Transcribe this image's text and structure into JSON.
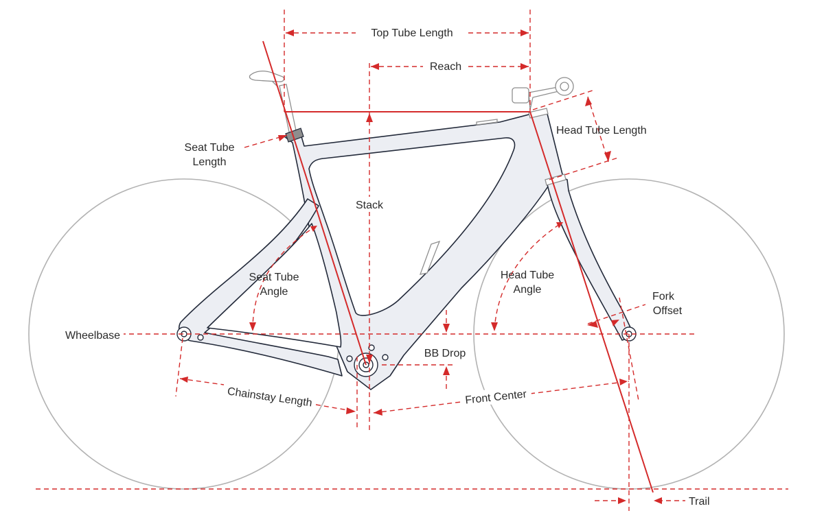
{
  "diagram": {
    "labels": {
      "top_tube_length": "Top Tube Length",
      "reach": "Reach",
      "head_tube_length": "Head Tube Length",
      "seat_tube_length_line1": "Seat Tube",
      "seat_tube_length_line2": "Length",
      "stack": "Stack",
      "seat_tube_angle_line1": "Seat Tube",
      "seat_tube_angle_line2": "Angle",
      "head_tube_angle_line1": "Head Tube",
      "head_tube_angle_line2": "Angle",
      "fork_offset_line1": "Fork",
      "fork_offset_line2": "Offset",
      "wheelbase": "Wheelbase",
      "bb_drop": "BB Drop",
      "chainstay_length": "Chainstay Length",
      "front_center": "Front Center",
      "trail": "Trail"
    },
    "colors": {
      "measurement_red": "#d42a2a",
      "frame_fill": "#eceef3",
      "frame_outline": "#232a3a",
      "wheel_gray": "#b2b2b2",
      "label_text": "#2a2a2a"
    }
  }
}
